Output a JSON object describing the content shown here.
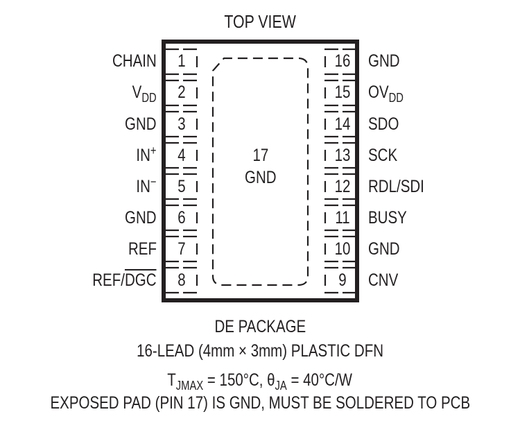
{
  "diagram": {
    "title": "TOP VIEW",
    "left_pins": [
      {
        "number": "1",
        "name": "CHAIN"
      },
      {
        "number": "2",
        "name": "V",
        "sub": "DD"
      },
      {
        "number": "3",
        "name": "GND"
      },
      {
        "number": "4",
        "name": "IN",
        "sup": "+"
      },
      {
        "number": "5",
        "name": "IN",
        "sup": "−"
      },
      {
        "number": "6",
        "name": "GND"
      },
      {
        "number": "7",
        "name": "REF"
      },
      {
        "number": "8",
        "name": "REF/",
        "overline": "DGC"
      }
    ],
    "right_pins": [
      {
        "number": "16",
        "name": "GND"
      },
      {
        "number": "15",
        "name": "OV",
        "sub": "DD"
      },
      {
        "number": "14",
        "name": "SDO"
      },
      {
        "number": "13",
        "name": "SCK"
      },
      {
        "number": "12",
        "name": "RDL/SDI"
      },
      {
        "number": "11",
        "name": "BUSY"
      },
      {
        "number": "10",
        "name": "GND"
      },
      {
        "number": "9",
        "name": "CNV"
      }
    ],
    "exposed_pad": {
      "number": "17",
      "name": "GND"
    },
    "footer": {
      "package": "DE PACKAGE",
      "lead": "16-LEAD (4mm × 3mm) PLASTIC DFN",
      "thermal_t": "T",
      "thermal_t_sub": "JMAX",
      "thermal_mid": " = 150°C, θ",
      "thermal_theta_sub": "JA",
      "thermal_end": " = 40°C/W",
      "note": "EXPOSED PAD (PIN 17) IS GND, MUST BE SOLDERED TO PCB"
    }
  }
}
